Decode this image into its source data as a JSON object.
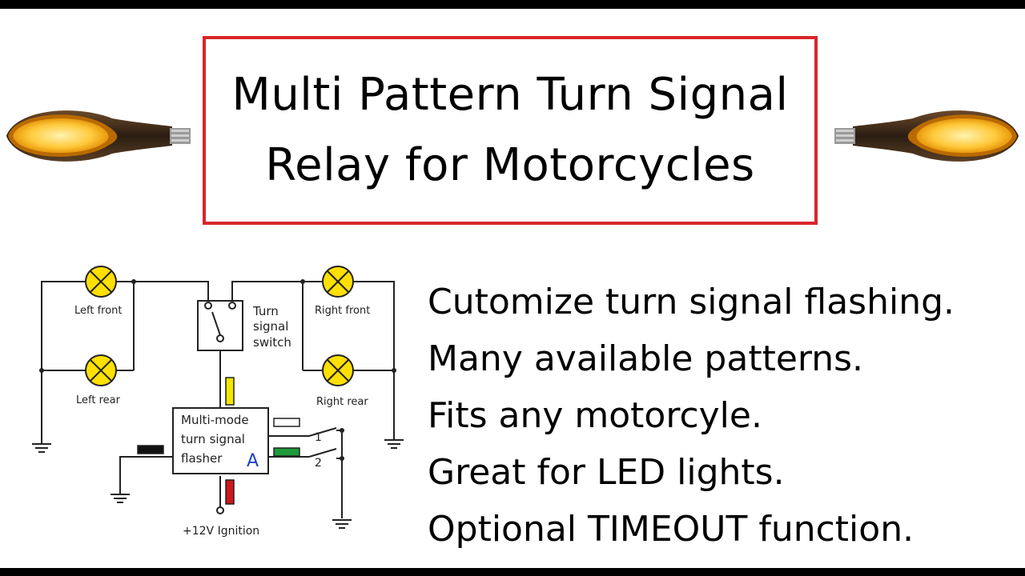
{
  "title": {
    "line1": "Multi Pattern Turn Signal",
    "line2": "Relay for Motorcycles"
  },
  "colors": {
    "frame": "#d9252b",
    "lamp_glow": "#ffc93a",
    "wire_yellow": "#f2e600",
    "wire_white": "#ffffff",
    "wire_green": "#1e9a3a",
    "wire_black": "#111111",
    "wire_red": "#d0171b",
    "mode_letter": "#1f3fbf"
  },
  "diagram": {
    "lamps": {
      "left_front": "Left front",
      "left_rear": "Left rear",
      "right_front": "Right front",
      "right_rear": "Right rear"
    },
    "switch_label": [
      "Turn",
      "signal",
      "switch"
    ],
    "flasher_label": [
      "Multi-mode",
      "turn signal",
      "flasher"
    ],
    "flasher_mode": "A",
    "contact_1": "1",
    "contact_2": "2",
    "power_label": "+12V Ignition"
  },
  "features": [
    "Cutomize turn signal flashing.",
    "Many available patterns.",
    "Fits any motorcyle.",
    "Great for LED lights.",
    "Optional TIMEOUT function."
  ]
}
